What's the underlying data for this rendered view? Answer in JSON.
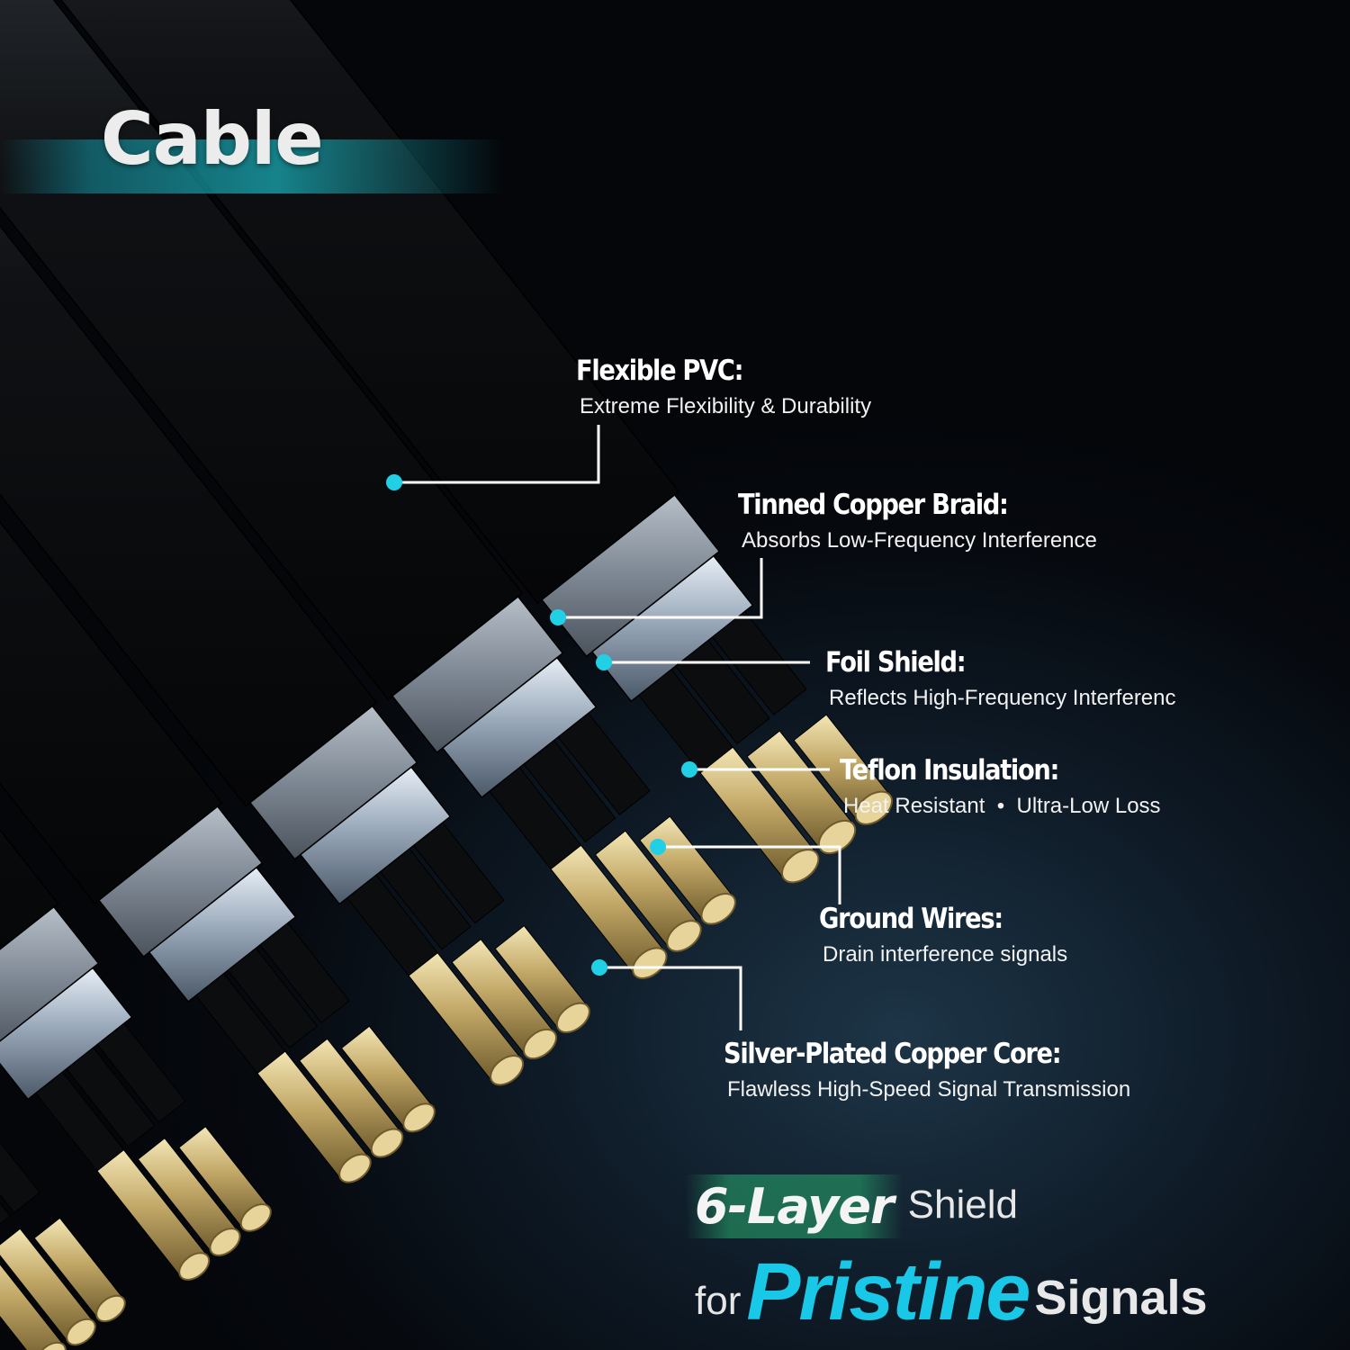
{
  "title": "Cable",
  "callouts": [
    {
      "name": "Flexible PVC:",
      "desc": "Extreme Flexibility & Durability"
    },
    {
      "name": "Tinned Copper Braid:",
      "desc": "Absorbs Low-Frequency Interference"
    },
    {
      "name": "Foil Shield:",
      "desc": "Reflects High-Frequency Interferenc"
    },
    {
      "name": "Teflon Insulation:",
      "desc": "Heat Resistant  •  Ultra-Low Loss"
    },
    {
      "name": "Ground Wires:",
      "desc": "Drain interference signals"
    },
    {
      "name": "Silver-Plated Copper Core:",
      "desc": "Flawless High-Speed Signal Transmission"
    }
  ],
  "tagline": {
    "highlight": "6-Layer",
    "word": "Shield",
    "prefix": "for",
    "emphasis": "Pristine",
    "suffix": "Signals"
  },
  "colors": {
    "accent": "#22d0e6",
    "highlight_green": "#2aa86e",
    "pvc": "#0b0d10",
    "braid": "#8c95a0",
    "foil": "#a9b6c4",
    "gold": "#c9b27a"
  }
}
